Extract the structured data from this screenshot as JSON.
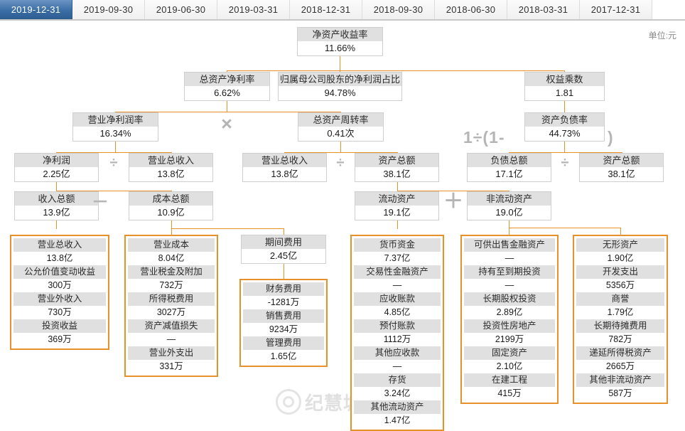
{
  "tabs": [
    {
      "label": "2019-12-31",
      "active": true
    },
    {
      "label": "2019-09-30",
      "active": false
    },
    {
      "label": "2019-06-30",
      "active": false
    },
    {
      "label": "2019-03-31",
      "active": false
    },
    {
      "label": "2018-12-31",
      "active": false
    },
    {
      "label": "2018-09-30",
      "active": false
    },
    {
      "label": "2018-06-30",
      "active": false
    },
    {
      "label": "2018-03-31",
      "active": false
    },
    {
      "label": "2017-12-31",
      "active": false
    }
  ],
  "unit_label": "单位:元",
  "watermark_text": "纪慧城",
  "operators": {
    "multiply": "×",
    "divide": "÷",
    "minus": "－",
    "plus": "＋",
    "equity_formula": "1÷(1-",
    "equity_formula_close": ")"
  },
  "nodes": {
    "roe": {
      "label": "净资产收益率",
      "value": "11.66%"
    },
    "roa": {
      "label": "总资产净利率",
      "value": "6.62%"
    },
    "parent_ratio": {
      "label": "归属母公司股东的净利润占比",
      "value": "94.78%"
    },
    "equity_mult": {
      "label": "权益乘数",
      "value": "1.81"
    },
    "net_margin": {
      "label": "营业净利润率",
      "value": "16.34%"
    },
    "asset_turn": {
      "label": "总资产周转率",
      "value": "0.41次"
    },
    "debt_ratio": {
      "label": "资产负债率",
      "value": "44.73%"
    },
    "net_profit": {
      "label": "净利润",
      "value": "2.25亿"
    },
    "revenue_1": {
      "label": "营业总收入",
      "value": "13.8亿"
    },
    "revenue_2": {
      "label": "营业总收入",
      "value": "13.8亿"
    },
    "total_assets_1": {
      "label": "资产总额",
      "value": "38.1亿"
    },
    "total_liab": {
      "label": "负债总额",
      "value": "17.1亿"
    },
    "total_assets_2": {
      "label": "资产总额",
      "value": "38.1亿"
    },
    "income_total": {
      "label": "收入总额",
      "value": "13.9亿"
    },
    "cost_total": {
      "label": "成本总额",
      "value": "10.9亿"
    },
    "current_assets": {
      "label": "流动资产",
      "value": "19.1亿"
    },
    "noncurrent_assets": {
      "label": "非流动资产",
      "value": "19.0亿"
    },
    "period_expense": {
      "label": "期间费用",
      "value": "2.45亿"
    }
  },
  "stacks": {
    "income_items": [
      {
        "label": "营业总收入",
        "value": "13.8亿"
      },
      {
        "label": "公允价值变动收益",
        "value": "300万"
      },
      {
        "label": "营业外收入",
        "value": "730万"
      },
      {
        "label": "投资收益",
        "value": "369万"
      }
    ],
    "cost_items": [
      {
        "label": "营业成本",
        "value": "8.04亿"
      },
      {
        "label": "营业税金及附加",
        "value": "732万"
      },
      {
        "label": "所得税费用",
        "value": "3027万"
      },
      {
        "label": "资产减值损失",
        "value": "—"
      },
      {
        "label": "营业外支出",
        "value": "331万"
      }
    ],
    "period_expense_items": [
      {
        "label": "财务费用",
        "value": "-1281万"
      },
      {
        "label": "销售费用",
        "value": "9234万"
      },
      {
        "label": "管理费用",
        "value": "1.65亿"
      }
    ],
    "current_asset_items": [
      {
        "label": "货币资金",
        "value": "7.37亿"
      },
      {
        "label": "交易性金融资产",
        "value": "—"
      },
      {
        "label": "应收账款",
        "value": "4.85亿"
      },
      {
        "label": "预付账款",
        "value": "1112万"
      },
      {
        "label": "其他应收款",
        "value": "—"
      },
      {
        "label": "存货",
        "value": "3.24亿"
      },
      {
        "label": "其他流动资产",
        "value": "1.47亿"
      }
    ],
    "noncurrent_asset_items_a": [
      {
        "label": "可供出售金融资产",
        "value": "—"
      },
      {
        "label": "持有至到期投资",
        "value": "—"
      },
      {
        "label": "长期股权投资",
        "value": "2.89亿"
      },
      {
        "label": "投资性房地产",
        "value": "2199万"
      },
      {
        "label": "固定资产",
        "value": "2.10亿"
      },
      {
        "label": "在建工程",
        "value": "415万"
      }
    ],
    "noncurrent_asset_items_b": [
      {
        "label": "无形资产",
        "value": "1.90亿"
      },
      {
        "label": "开发支出",
        "value": "5356万"
      },
      {
        "label": "商誉",
        "value": "1.79亿"
      },
      {
        "label": "长期待摊费用",
        "value": "782万"
      },
      {
        "label": "递延所得税资产",
        "value": "2665万"
      },
      {
        "label": "其他非流动资产",
        "value": "587万"
      }
    ]
  },
  "colors": {
    "connector": "#e8912a",
    "node_label_bg": "#e0e0e0",
    "active_tab": "#3a6ea5",
    "operator": "#b5b5b5"
  }
}
